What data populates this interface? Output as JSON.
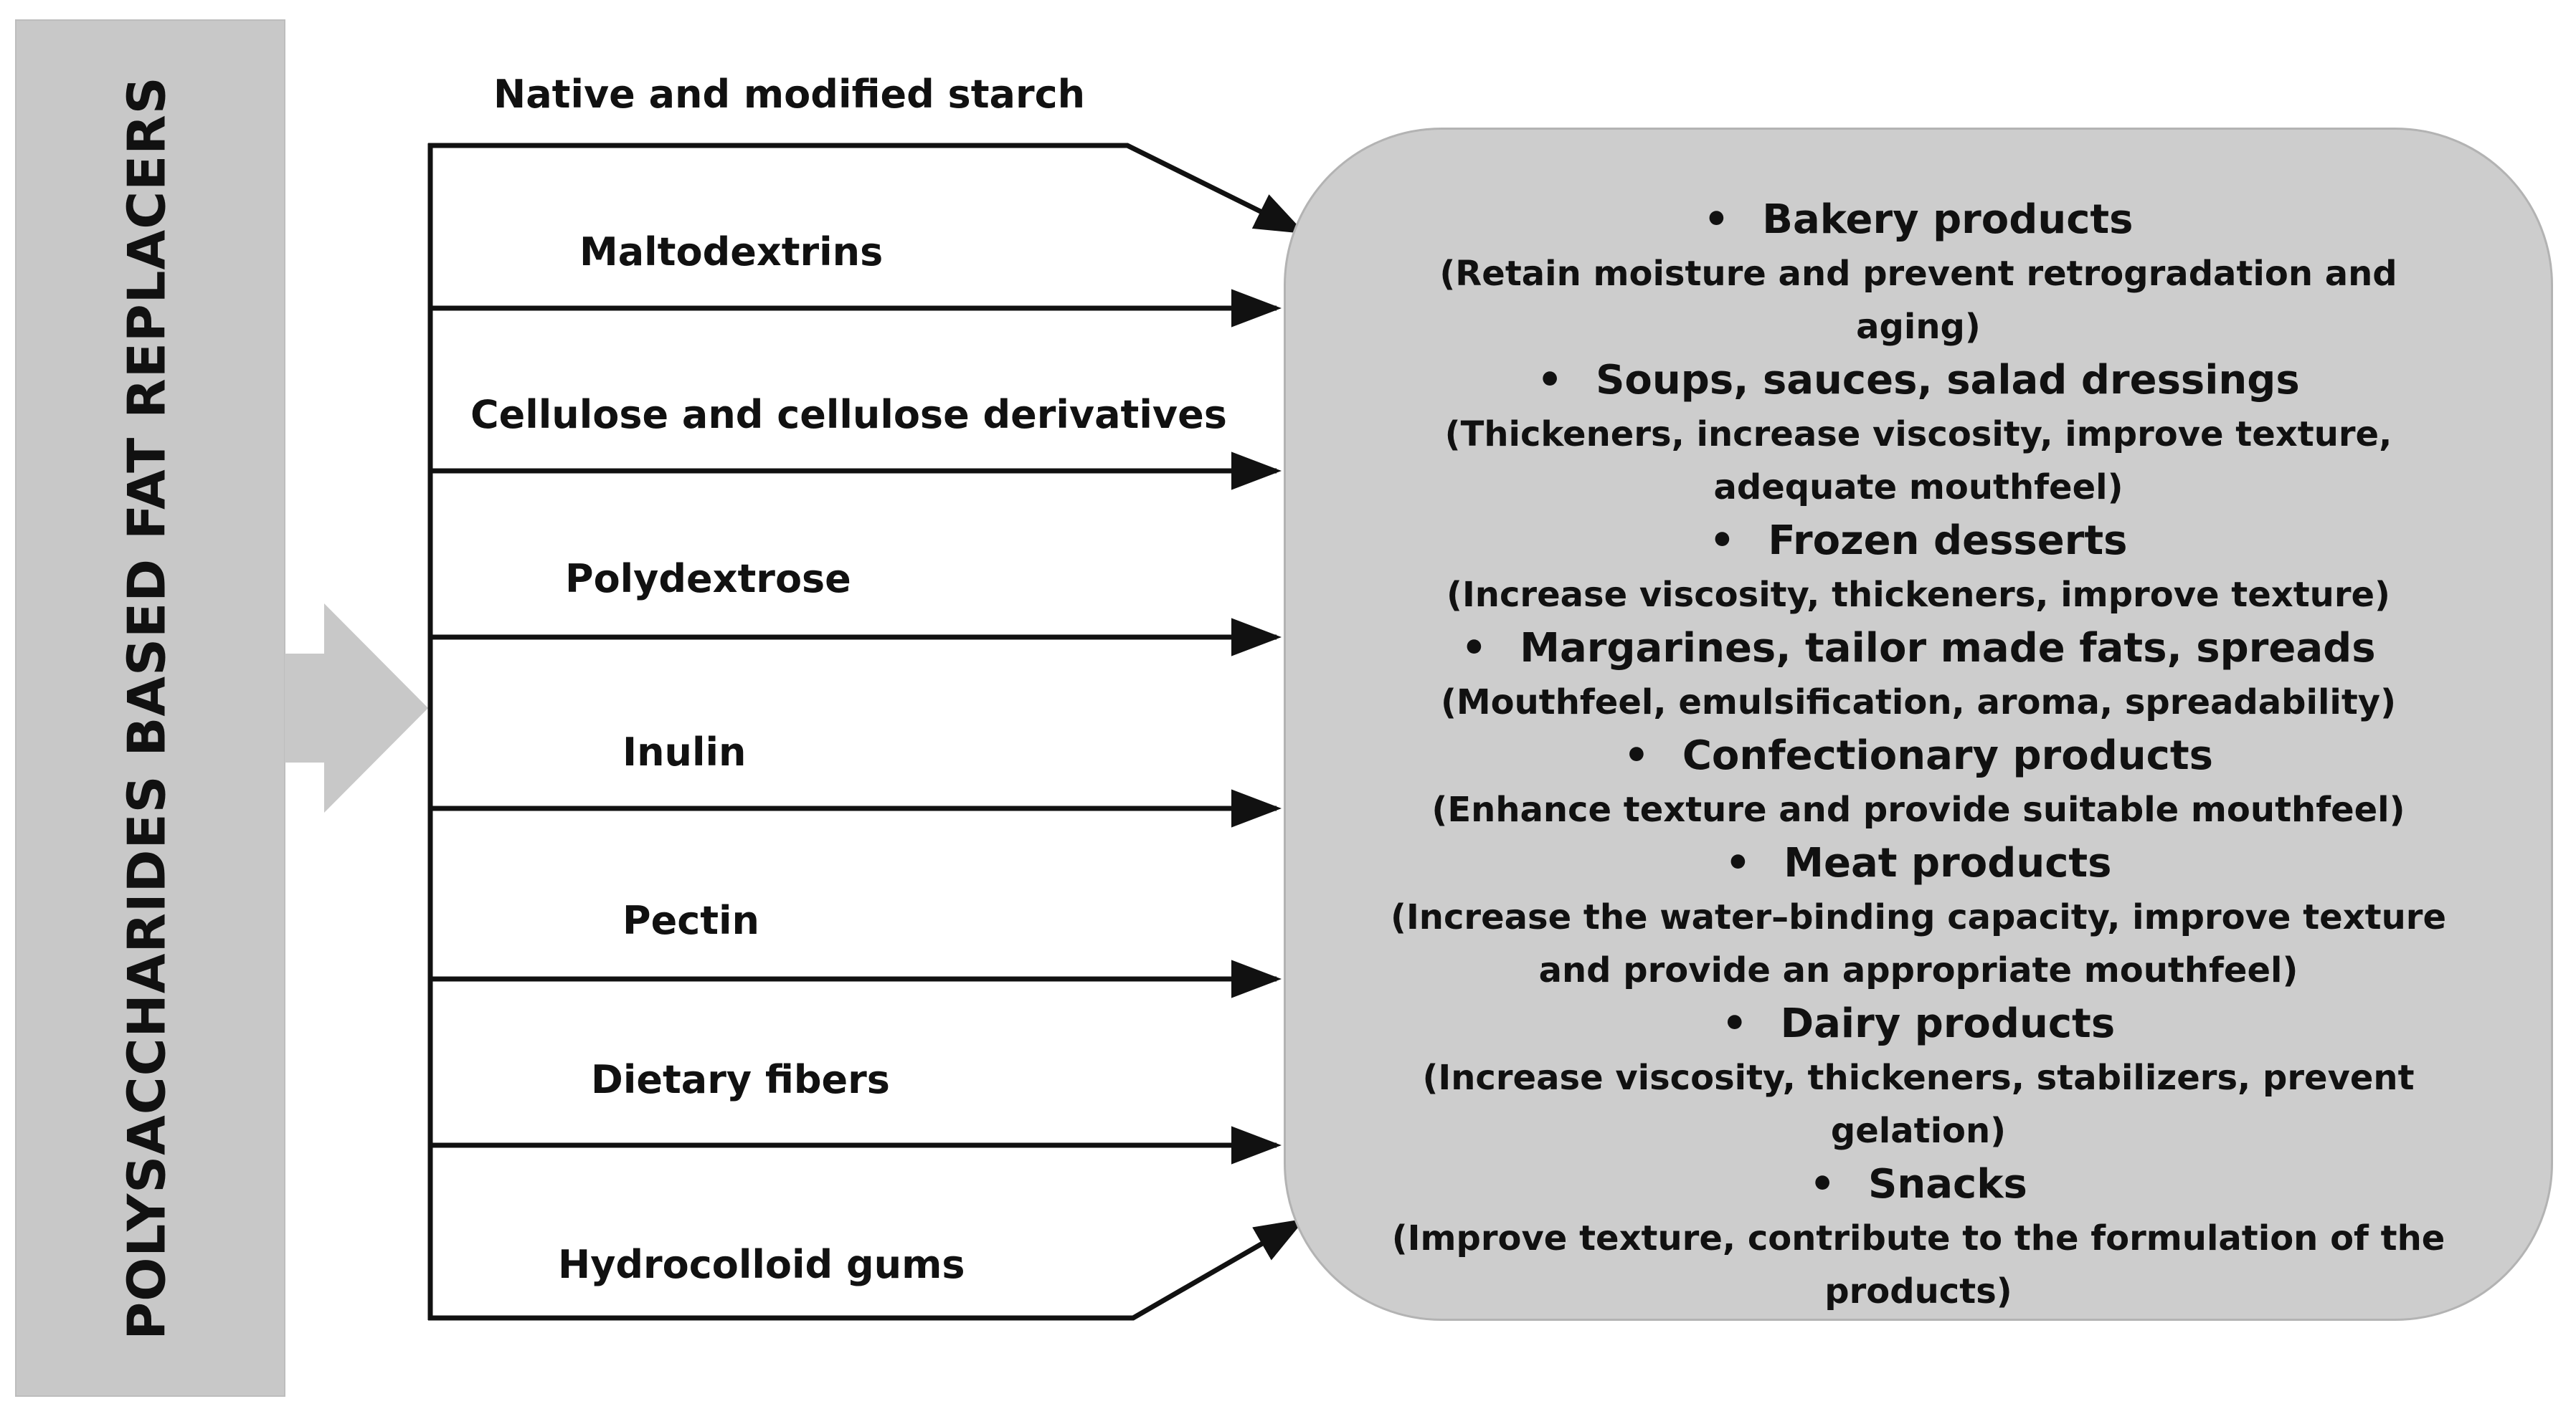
{
  "side_title": "POLYSACCHARIDES BASED FAT REPLACERS",
  "sources": [
    "Native and modified starch",
    "Maltodextrins",
    "Cellulose and  cellulose derivatives",
    "Polydextrose",
    "Inulin",
    "Pectin",
    "Dietary fibers",
    "Hydrocolloid gums"
  ],
  "bullet_glyph": "•",
  "applications": [
    {
      "name": "Bakery products",
      "description": "(Retain moisture and prevent retrogradation and aging)"
    },
    {
      "name": "Soups, sauces, salad dressings",
      "description": "(Thickeners, increase viscosity, improve texture, adequate mouthfeel)"
    },
    {
      "name": "Frozen desserts",
      "description": "(Increase viscosity, thickeners, improve texture)"
    },
    {
      "name": "Margarines, tailor made fats, spreads",
      "description": "(Mouthfeel, emulsification, aroma, spreadability)"
    },
    {
      "name": "Confectionary products",
      "description": "(Enhance texture and provide suitable mouthfeel)"
    },
    {
      "name": "Meat products",
      "description": "(Increase the water–binding capacity, improve texture and provide an appropriate mouthfeel)"
    },
    {
      "name": "Dairy products",
      "description": "(Increase viscosity, thickeners, stabilizers, prevent gelation)"
    },
    {
      "name": "Snacks",
      "description": "(Improve texture, contribute to the formulation of the products)"
    }
  ],
  "colors": {
    "side_panel": "#c8c8c8",
    "application_box": "#cdcdcd",
    "line": "#111111"
  }
}
